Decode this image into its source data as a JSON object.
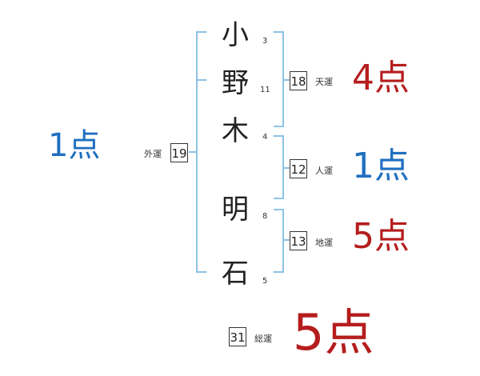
{
  "name_chars": [
    {
      "char": "小",
      "strokes": "3"
    },
    {
      "char": "野",
      "strokes": "11"
    },
    {
      "char": "木",
      "strokes": "4"
    },
    {
      "char": "明",
      "strokes": "8"
    },
    {
      "char": "石",
      "strokes": "5"
    }
  ],
  "gaiun": {
    "label": "外運",
    "value": "19",
    "score": "1点",
    "color": "#1f6fbf"
  },
  "tenun": {
    "label": "天運",
    "value": "18",
    "score": "4点",
    "color": "#b51d1d"
  },
  "jinun": {
    "label": "人運",
    "value": "12",
    "score": "1点",
    "color": "#1f6fbf"
  },
  "chiun": {
    "label": "地運",
    "value": "13",
    "score": "5点",
    "color": "#b51d1d"
  },
  "souun": {
    "label": "総運",
    "value": "31",
    "score": "5点",
    "color": "#b51d1d"
  },
  "bracket_color": "#8cc3e6"
}
